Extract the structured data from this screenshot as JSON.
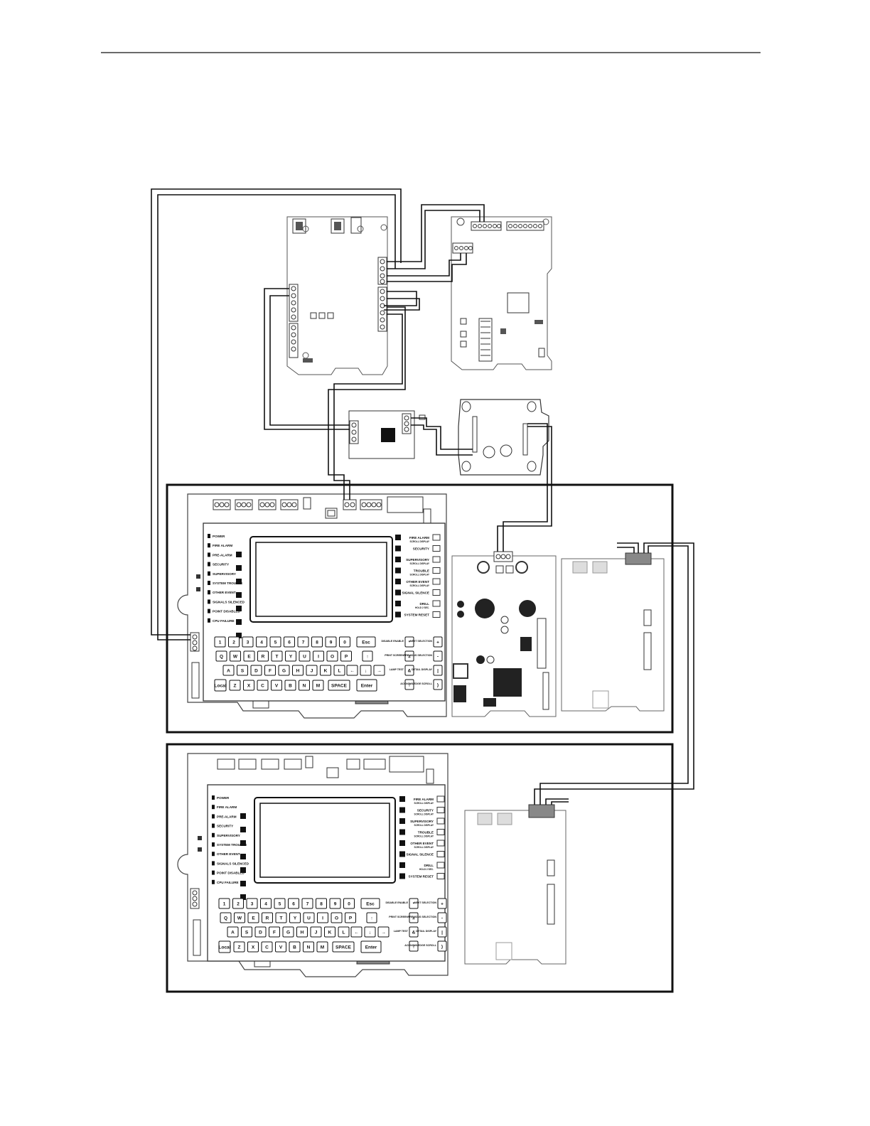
{
  "panels": [
    {
      "id": "upper",
      "status_labels": [
        "POWER",
        "FIRE ALARM",
        "PRE-ALARM",
        "SECURITY",
        "SUPERVISORY",
        "SYSTEM TROUBLE",
        "OTHER EVENT",
        "SIGNALS SILENCED",
        "POINT DISABLED",
        "CPU FAILURE"
      ],
      "status_labels_right": [
        "FIRE ALARM",
        "SECURITY",
        "SUPERVISORY",
        "TROUBLE",
        "OTHER EVENT",
        "SIGNAL SILENCE",
        "DRILL",
        "SYSTEM RESET"
      ],
      "status_sub_right": [
        "SCROLL DISPLAY",
        "",
        "SCROLL DISPLAY",
        "SCROLL DISPLAY",
        "SCROLL DISPLAY",
        "",
        "HOLD 2 SEC.",
        ""
      ]
    },
    {
      "id": "lower",
      "status_labels": [
        "POWER",
        "FIRE ALARM",
        "PRE-ALARM",
        "SECURITY",
        "SUPERVISORY",
        "SYSTEM TROUBLE",
        "OTHER EVENT",
        "SIGNALS SILENCED",
        "POINT DISABLED",
        "CPU FAILURE"
      ],
      "status_labels_right": [
        "FIRE ALARM",
        "SECURITY",
        "SUPERVISORY",
        "TROUBLE",
        "OTHER EVENT",
        "SIGNAL SILENCE",
        "DRILL",
        "SYSTEM RESET"
      ],
      "status_sub_right": [
        "SCROLL DISPLAY",
        "SCROLL DISPLAY",
        "SCROLL DISPLAY",
        "SCROLL DISPLAY",
        "SCROLL DISPLAY",
        "",
        "HOLD 2 SEC.",
        ""
      ]
    }
  ],
  "keypad": {
    "row1": [
      "1",
      "2",
      "3",
      "4",
      "5",
      "6",
      "7",
      "8",
      "9",
      "0"
    ],
    "row2": [
      "Q",
      "W",
      "E",
      "R",
      "T",
      "Y",
      "U",
      "I",
      "O",
      "P"
    ],
    "row3": [
      "A",
      "S",
      "D",
      "F",
      "G",
      "H",
      "J",
      "K",
      "L"
    ],
    "row4": [
      "Z",
      "X",
      "C",
      "V",
      "B",
      "N",
      "M"
    ],
    "esc": "Esc",
    "space": "SPACE",
    "enter": "Enter",
    "local_clear": "Local Clear",
    "side_labels": [
      "DISABLE ENABLE",
      "PRINT SCREEN",
      "LAMP TEST",
      ""
    ],
    "side_labels_r": [
      "NEXT SELECTION",
      "PREVIOUS SELECTION",
      "DETAIL DISPLAY",
      "ACKNOWLEDGE SCROLL"
    ],
    "side_keys": [
      "*",
      "#",
      "&",
      "!"
    ],
    "side_keys_r": [
      "+",
      "-",
      "|",
      ")"
    ]
  }
}
